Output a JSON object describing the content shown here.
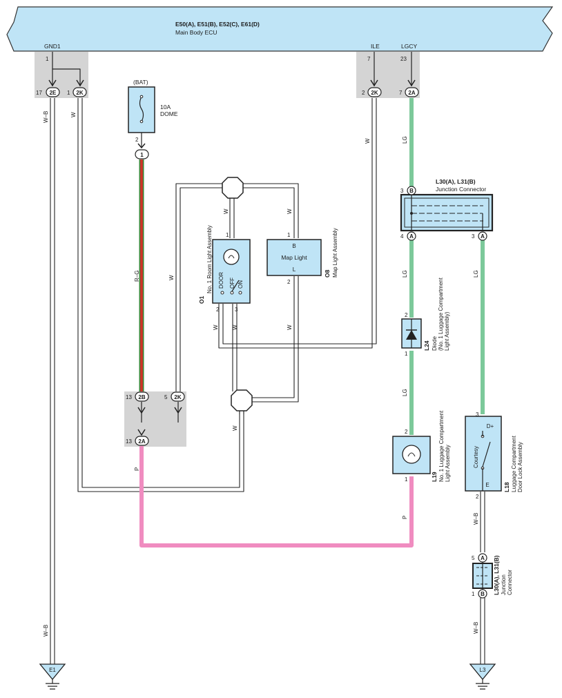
{
  "ecu": {
    "title": "E50(A), E51(B), E52(C), E61(D)",
    "subtitle": "Main Body ECU",
    "terminals": {
      "gnd1": "GND1",
      "ile": "ILE",
      "lgcy": "LGCY"
    },
    "pins": {
      "gnd1": "1",
      "ile": "7",
      "lgcy": "23"
    }
  },
  "connectors": {
    "c2e": "2E",
    "c2k_left": "2K",
    "c2k_right": "2K",
    "c2a_top": "2A",
    "c2b": "2B",
    "c2k_mid": "2K",
    "c2a_bottom": "2A",
    "j_b_top": "B",
    "j_a_left": "A",
    "j_a_right": "A",
    "j2_a": "A",
    "j2_b": "B",
    "fuse_conn": "1"
  },
  "pins": {
    "p17": "17",
    "p1_left": "1",
    "p2_ile": "2",
    "p7_lgcy": "7",
    "p13_top": "13",
    "p5": "5",
    "p13_bottom": "13",
    "fuse_2": "2",
    "j_3_top": "3",
    "j_4": "4",
    "j_3_right": "3",
    "o1_1": "1",
    "o1_2": "2",
    "o1_3": "3",
    "o8_1": "1",
    "o8_2": "2",
    "l24_2": "2",
    "l24_1": "1",
    "l19_2": "2",
    "l19_1": "1",
    "l18_3": "3",
    "l18_2": "2",
    "j2_5": "5",
    "j2_1": "1"
  },
  "fuse": {
    "source": "(BAT)",
    "rating": "10A",
    "name": "DOME"
  },
  "junction_top": {
    "code": "L30(A), L31(B)",
    "name": "Junction Connector"
  },
  "room_light": {
    "code": "O1",
    "name": "No. 1 Room Light Assembly",
    "sw_door": "DOOR",
    "sw_off": "OFF",
    "sw_on": "ON"
  },
  "map_light": {
    "code": "O8",
    "name": "Map Light Assembly",
    "label": "Map Light",
    "pin_b": "B",
    "pin_l": "L"
  },
  "diode": {
    "code": "L24",
    "name1": "Diode",
    "name2": "(No. 1 Luggage Compartment",
    "name3": "Light Assembly)"
  },
  "luggage_light": {
    "code": "L19",
    "name1": "No. 1 Luggage Compartment",
    "name2": "Light Assembly"
  },
  "door_lock": {
    "code": "L18",
    "name1": "Luggage Compartment",
    "name2": "Door Lock Assembly",
    "switch": "Courtesy",
    "pin_dplus": "D+",
    "pin_e": "E"
  },
  "junction_bottom": {
    "code": "L30(A), L31(B)",
    "name1": "Junction",
    "name2": "Connector"
  },
  "grounds": {
    "left": "E1",
    "right": "L3"
  },
  "wires": {
    "wb_top": "W–B",
    "w_left": "W",
    "rg": "R–G",
    "w_mid": "W",
    "w_o1_top": "W",
    "w_o8_top": "W",
    "w_o1_2": "W",
    "w_o1_3": "W",
    "w_o8_2": "W",
    "w_right_loop": "W",
    "w_ile": "W",
    "p_left": "P",
    "lg_top": "LG",
    "lg_mid": "LG",
    "lg_right": "LG",
    "lg_low": "LG",
    "p_right": "P",
    "wb_l18": "W–B",
    "wb_bottom_right": "W–B",
    "wb_bottom_left": "W–B"
  },
  "colors": {
    "ecu_fill": "#bfe4f6",
    "component_fill": "#bfe4f6",
    "lg_wire": "#7cc99a",
    "p_wire": "#f08cc0",
    "rg_red": "#d2332a",
    "rg_green": "#3a8a3a",
    "shade": "#d4d4d4"
  }
}
